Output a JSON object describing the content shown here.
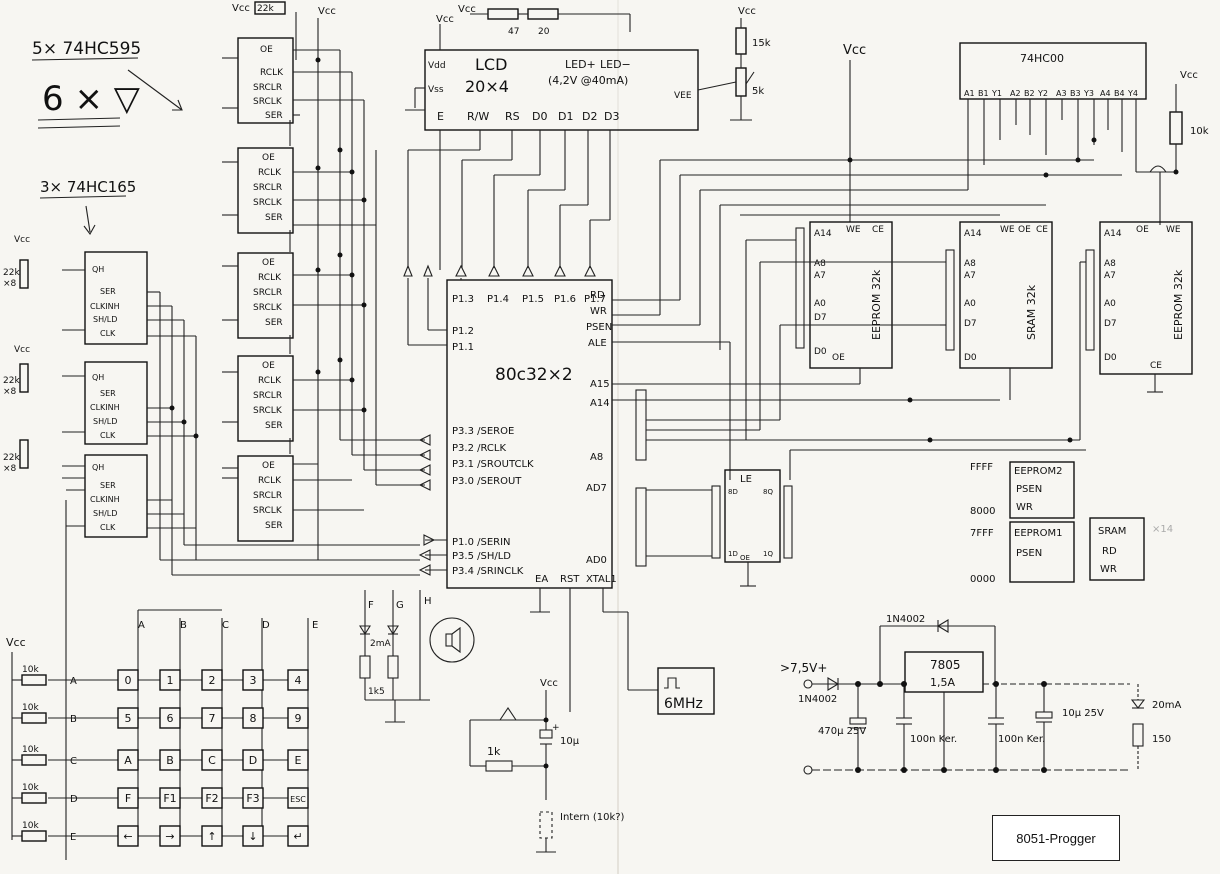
{
  "title_label": "8051-Progger",
  "notes": {
    "sr595": "5× 74HC595",
    "sr595_mult": "6 × ▽",
    "sr165": "3× 74HC165",
    "vcc": "Vcc",
    "r22k": "22k",
    "x8": "×8"
  },
  "cpu": {
    "label": "80c32×2",
    "ports_top": [
      "P1.3",
      "P1.4",
      "P1.5",
      "P1.6",
      "P1.7"
    ],
    "ports_left": [
      "P1.2",
      "P1.1",
      "P3.3 /SEROE",
      "P3.2 /RCLK",
      "P3.1 /SROUTCLK",
      "P3.0 /SEROUT",
      "P1.0 /SERIN",
      "P3.5 /SH/LD",
      "P3.4 /SRINCLK"
    ],
    "ports_right": [
      "RD",
      "WR",
      "PSEN",
      "ALE",
      "A15",
      "A14",
      "A8",
      "AD7",
      "AD0"
    ],
    "bottom": [
      "EA",
      "RST",
      "XTAL1"
    ]
  },
  "lcd": {
    "label": "LCD",
    "size": "20×4",
    "backlight": "(4,2V @40mA)",
    "pins_top": [
      "Vdd",
      "Vss",
      "LED+",
      "LED−",
      "VEE"
    ],
    "pins_bottom": [
      "E",
      "R/W",
      "RS",
      "D0",
      "D1",
      "D2",
      "D3"
    ],
    "resistors": [
      "22k",
      "47",
      "20"
    ]
  },
  "contrast": {
    "r1": "15k",
    "r2": "5k"
  },
  "chip_595": [
    "OE",
    "RCLK",
    "SRCLR",
    "SRCLK",
    "SER"
  ],
  "chip_165": [
    "QH",
    "SER",
    "CLKINH",
    "SH/LD",
    "CLK"
  ],
  "nand": {
    "label": "74HC00",
    "pins": [
      "A1",
      "B1",
      "Y1",
      "A2",
      "B2",
      "Y2",
      "A3",
      "B3",
      "Y3",
      "A4",
      "B4",
      "Y4"
    ],
    "pullup": "10k"
  },
  "mem": [
    {
      "label": "EEPROM 32k",
      "pins": [
        "A14",
        "WE",
        "CE",
        "A8",
        "A7",
        "A0",
        "D7",
        "D0",
        "OE"
      ]
    },
    {
      "label": "SRAM 32k",
      "pins": [
        "A14",
        "WE",
        "OE",
        "CE",
        "A8",
        "A7",
        "A0",
        "D7",
        "D0"
      ]
    },
    {
      "label": "EEPROM 32k",
      "pins": [
        "A14",
        "OE",
        "WE",
        "A8",
        "A7",
        "A0",
        "D7",
        "D0",
        "CE"
      ]
    }
  ],
  "latch": {
    "label": "LE",
    "pins": [
      "8D",
      "8Q",
      "1D",
      "1Q",
      "OE"
    ]
  },
  "memmap": {
    "addr": [
      "FFFF",
      "8000",
      "7FFF",
      "0000"
    ],
    "upper": [
      "EEPROM2",
      "PSEN",
      "WR"
    ],
    "lower": [
      "EEPROM1",
      "PSEN"
    ],
    "sram": [
      "SRAM",
      "RD",
      "WR"
    ],
    "mult": "×14"
  },
  "keypad": {
    "cols": [
      "A",
      "B",
      "C",
      "D",
      "E"
    ],
    "rows": [
      "A",
      "B",
      "C",
      "D",
      "E"
    ],
    "resistor": "10k",
    "keys": [
      [
        "0",
        "1",
        "2",
        "3",
        "4"
      ],
      [
        "5",
        "6",
        "7",
        "8",
        "9"
      ],
      [
        "A",
        "B",
        "C",
        "D",
        "E"
      ],
      [
        "F",
        "F1",
        "F2",
        "F3",
        "ESC"
      ],
      [
        "←",
        "→",
        "↑",
        "↓",
        "↵"
      ]
    ]
  },
  "leds": {
    "f": "F",
    "g": "G",
    "h": "H",
    "led_current": "2mA",
    "r": "1k5"
  },
  "reset": {
    "r": "1k",
    "c": "10μ",
    "plus": "+",
    "intern": "Intern (10k?)"
  },
  "osc": "6MHz",
  "power": {
    "input": ">7,5V+",
    "diode_in": "1N4002",
    "diode_bypass": "1N4002",
    "reg": "7805",
    "reg_current": "1,5A",
    "caps": [
      "470μ 25V",
      "100n Ker.",
      "100n Ker.",
      "10μ 25V"
    ],
    "led": "20mA",
    "led_r": "150"
  }
}
